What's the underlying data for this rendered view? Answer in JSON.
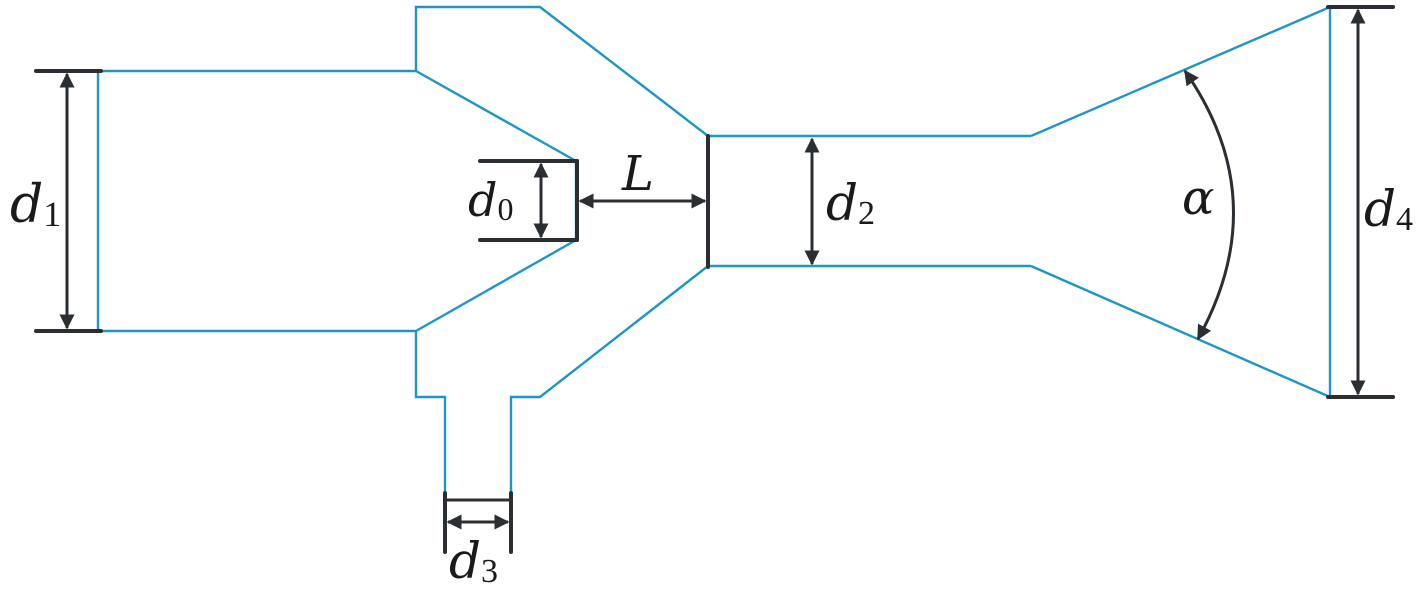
{
  "labels": {
    "d1": {
      "main": "d",
      "sub": "1"
    },
    "d0": {
      "main": "d",
      "sub": "0"
    },
    "L": {
      "main": "L"
    },
    "d2": {
      "main": "d",
      "sub": "2"
    },
    "d3": {
      "main": "d",
      "sub": "3"
    },
    "d4": {
      "main": "d",
      "sub": "4"
    },
    "alpha": {
      "main": "α"
    }
  },
  "colors": {
    "outline": "#1e96c8",
    "dimension": "#2b2f33"
  }
}
